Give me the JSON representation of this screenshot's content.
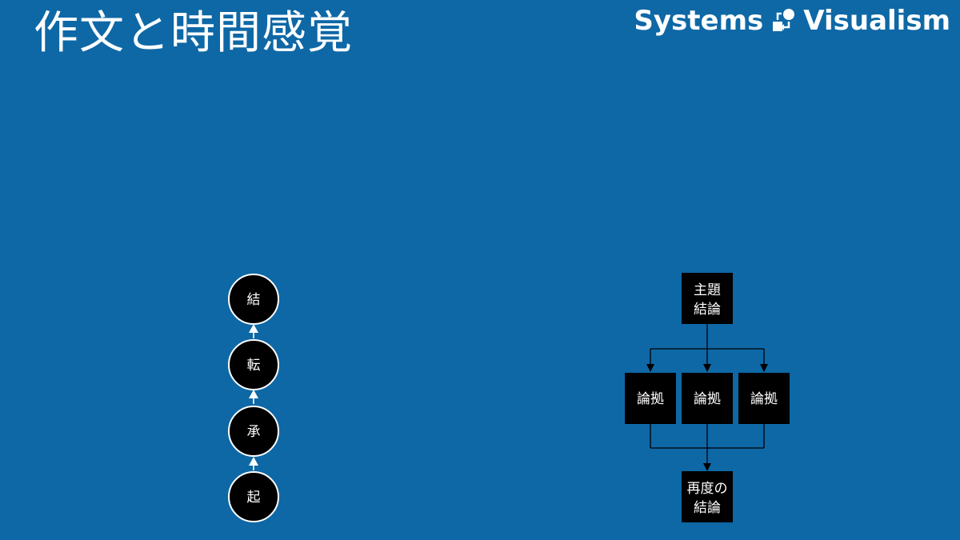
{
  "title": "作文と時間感覚",
  "brand": {
    "left": "Systems",
    "right": "Visualism",
    "logo_icon": "flow-square-circle-icon"
  },
  "colors": {
    "background": "#0e68a6",
    "node_fill": "#000000",
    "node_stroke": "#ffffff",
    "left_arrow": "#ffffff",
    "right_connector": "#000000",
    "text": "#ffffff"
  },
  "left_diagram": {
    "nodes": [
      "結",
      "転",
      "承",
      "起"
    ]
  },
  "right_diagram": {
    "top": [
      "主題",
      "結論"
    ],
    "middle": [
      "論拠",
      "論拠",
      "論拠"
    ],
    "bottom": [
      "再度の",
      "結論"
    ]
  }
}
